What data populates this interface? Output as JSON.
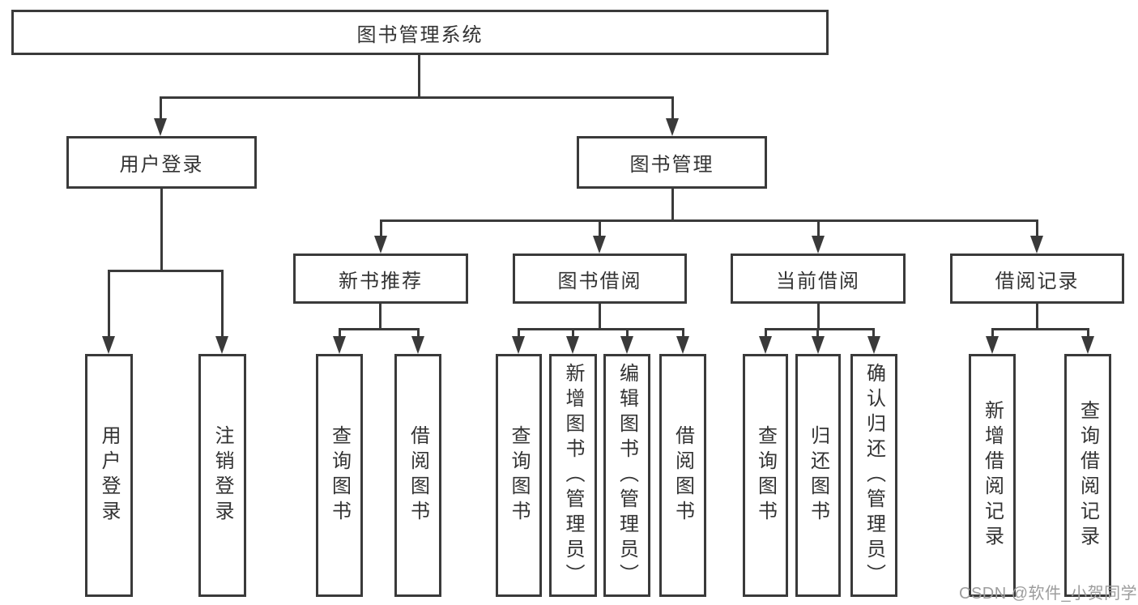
{
  "colors": {
    "line": "#3a3a3a",
    "text": "#333333",
    "box_fill": "#ffffff",
    "watermark": "#9c9c9c"
  },
  "watermark": {
    "text": "CSDN @软件_小贺同学"
  },
  "tree": {
    "root": {
      "label": "图书管理系统",
      "children": [
        {
          "label": "用户登录",
          "children": [
            {
              "label": "用户登录"
            },
            {
              "label": "注销登录"
            }
          ]
        },
        {
          "label": "图书管理",
          "children": [
            {
              "label": "新书推荐",
              "children": [
                {
                  "label": "查询图书"
                },
                {
                  "label": "借阅图书"
                }
              ]
            },
            {
              "label": "图书借阅",
              "children": [
                {
                  "label": "查询图书"
                },
                {
                  "label": "新增图书（管理员）"
                },
                {
                  "label": "编辑图书（管理员）"
                },
                {
                  "label": "借阅图书"
                }
              ]
            },
            {
              "label": "当前借阅",
              "children": [
                {
                  "label": "查询图书"
                },
                {
                  "label": "归还图书"
                },
                {
                  "label": "确认归还（管理员）"
                }
              ]
            },
            {
              "label": "借阅记录",
              "children": [
                {
                  "label": "新增借阅记录"
                },
                {
                  "label": "查询借阅记录"
                }
              ]
            }
          ]
        }
      ]
    }
  }
}
